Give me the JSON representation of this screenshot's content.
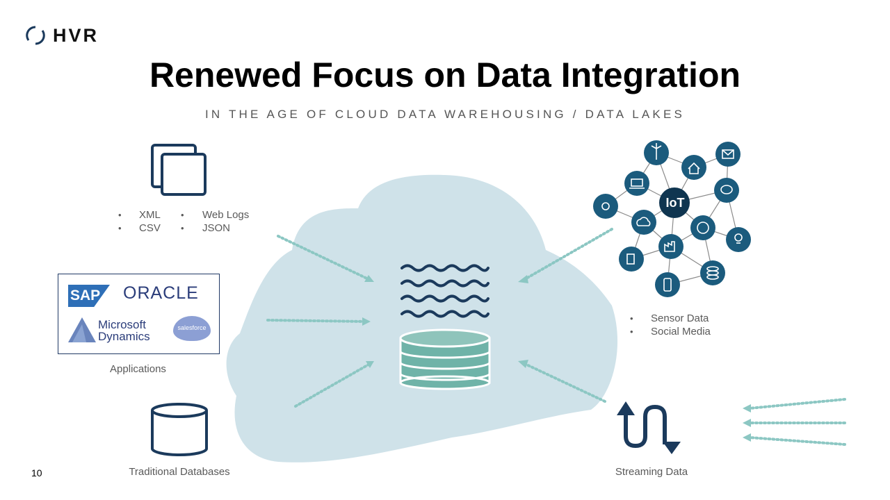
{
  "slide": {
    "logo_text": "HVR",
    "title": "Renewed Focus on Data Integration",
    "subtitle": "IN THE AGE OF CLOUD DATA WAREHOUSING / DATA LAKES",
    "page_number": "10"
  },
  "sources": {
    "files": {
      "items_left": [
        "XML",
        "CSV"
      ],
      "items_right": [
        "Web Logs",
        "JSON"
      ]
    },
    "applications": {
      "label": "Applications",
      "logos": [
        "SAP",
        "ORACLE",
        "Microsoft",
        "Dynamics",
        "salesforce"
      ]
    },
    "databases": {
      "label": "Traditional Databases"
    },
    "iot": {
      "center": "IoT",
      "items": [
        "Sensor Data",
        "Social Media"
      ]
    },
    "streaming": {
      "label": "Streaming Data"
    }
  },
  "colors": {
    "navy": "#1b3a5c",
    "cloud": "#cfe2e9",
    "teal": "#6fb3a8",
    "arrow": "#8cc7c3"
  },
  "icons": [
    "files-icon",
    "database-icon",
    "data-lake-waves-icon",
    "data-warehouse-icon",
    "iot-network-icon",
    "streaming-arrows-icon"
  ]
}
